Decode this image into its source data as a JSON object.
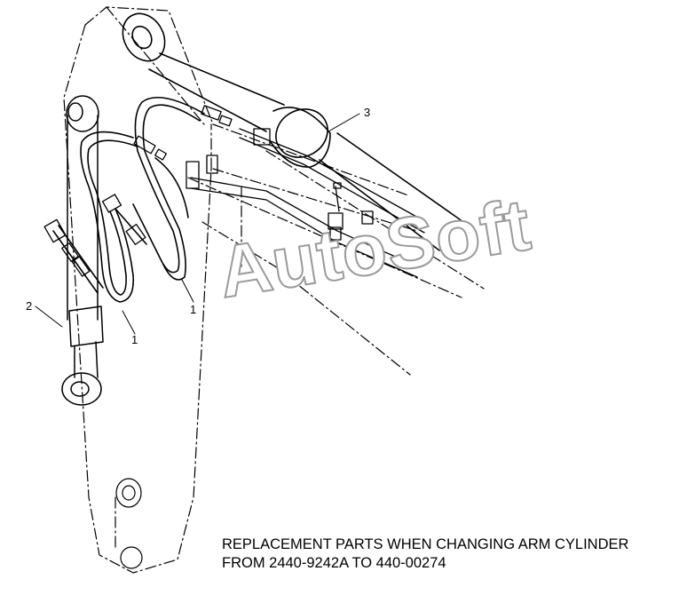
{
  "watermark": "AutoSoft",
  "callouts": {
    "c1a": "1",
    "c1b": "1",
    "c2": "2",
    "c3": "3"
  },
  "caption": {
    "line1": "REPLACEMENT PARTS WHEN CHANGING ARM CYLINDER",
    "line2": "FROM 2440-9242A TO 440-00274"
  }
}
